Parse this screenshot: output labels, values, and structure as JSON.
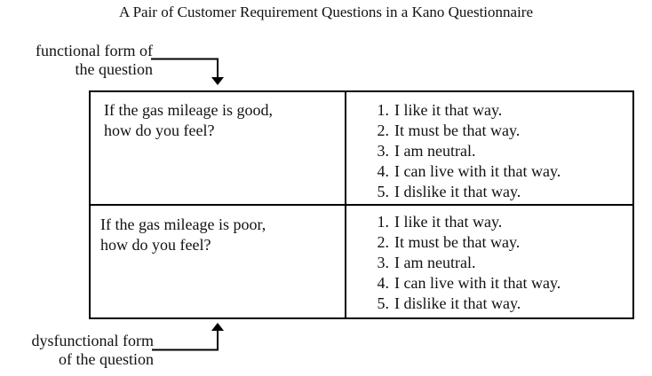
{
  "title": "A Pair of Customer Requirement Questions in a Kano Questionnaire",
  "labels": {
    "functional": [
      "functional form of",
      "the question"
    ],
    "dysfunctional": [
      "dysfunctional form",
      "of the question"
    ]
  },
  "rows": [
    {
      "question": [
        "If the gas mileage is good,",
        "how do you feel?"
      ],
      "answers": [
        "I like it that way.",
        "It must be that way.",
        "I am neutral.",
        "I can live with it that way.",
        "I dislike it that way."
      ]
    },
    {
      "question": [
        "If the gas mileage is poor,",
        "how do you feel?"
      ],
      "answers": [
        "I like it that way.",
        "It must be that way.",
        "I am neutral.",
        "I can live with it that way.",
        "I dislike it that way."
      ]
    }
  ],
  "numbers": [
    "1.",
    "2.",
    "3.",
    "4.",
    "5."
  ]
}
